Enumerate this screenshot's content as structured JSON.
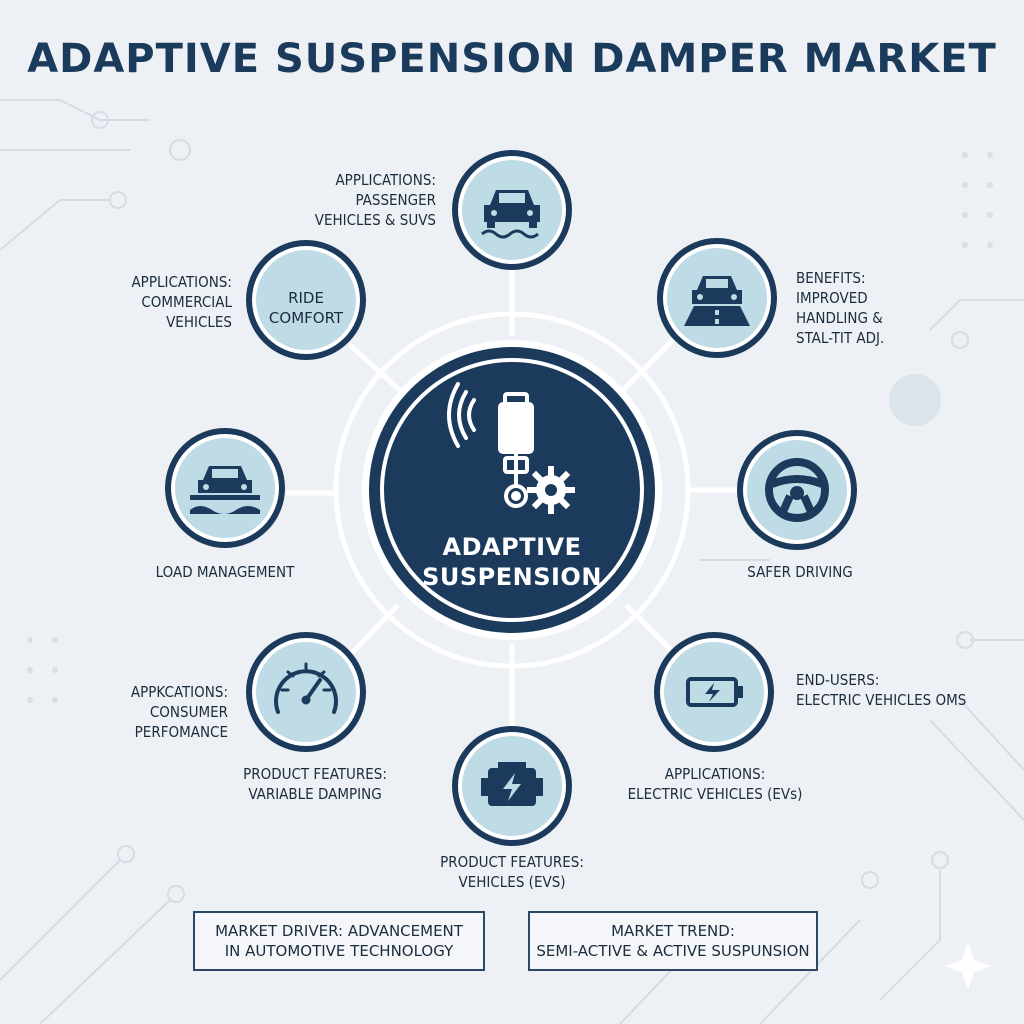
{
  "title": "ADAPTIVE SUSPENSION DAMPER MARKET",
  "hub": {
    "label": "ADAPTIVE\nSUSPENSION"
  },
  "nodes": [
    {
      "id": "passenger",
      "icon": "car-on-waves-icon",
      "label": "APPLICATIONS:\nPASSENGER\nVEHICLES & SUVS"
    },
    {
      "id": "handling",
      "icon": "car-on-road-icon",
      "label": "BENEFITS:\nIMPROVED\nHANDLING &\nSTAL-TIT ADJ."
    },
    {
      "id": "safer",
      "icon": "steering-wheel-icon",
      "label": "SAFER DRIVING"
    },
    {
      "id": "ev-oem",
      "icon": "battery-icon",
      "label": "END-USERS:\nELECTRIC VEHICLES OMS"
    },
    {
      "id": "ev-app",
      "icon": "engine-bolt-icon",
      "label": "APPLICATIONS:\nELECTRIC VEHICLES (EVs)",
      "label2": "PRODUCT FEATURES:\nVEHICLES (EVS)"
    },
    {
      "id": "performance",
      "icon": "speedometer-icon",
      "label": "APPKCATIONS:\nCONSUMER\nPERFOMANCE",
      "label2": "PRODUCT FEATURES:\nVARIABLE DAMPING"
    },
    {
      "id": "load",
      "icon": "car-on-platform-icon",
      "label": "LOAD MANAGEMENT"
    },
    {
      "id": "commercial",
      "icon": "",
      "inner": "RIDE\nCOMFORT",
      "label": "APPLICATIONS:\nCOMMERCIAL\nVEHICLES"
    }
  ],
  "boxes": {
    "driver": "MARKET DRIVER: ADVANCEMENT\nIN AUTOMOTIVE TECHNOLOGY",
    "trend": "MARKET TREND:\nSEMI-ACTIVE & ACTIVE SUSPUNSION"
  },
  "colors": {
    "navy": "#1b3a5c",
    "node_fill": "#bfdbe6",
    "background": "#edf0f4",
    "connector": "#ffffff"
  }
}
